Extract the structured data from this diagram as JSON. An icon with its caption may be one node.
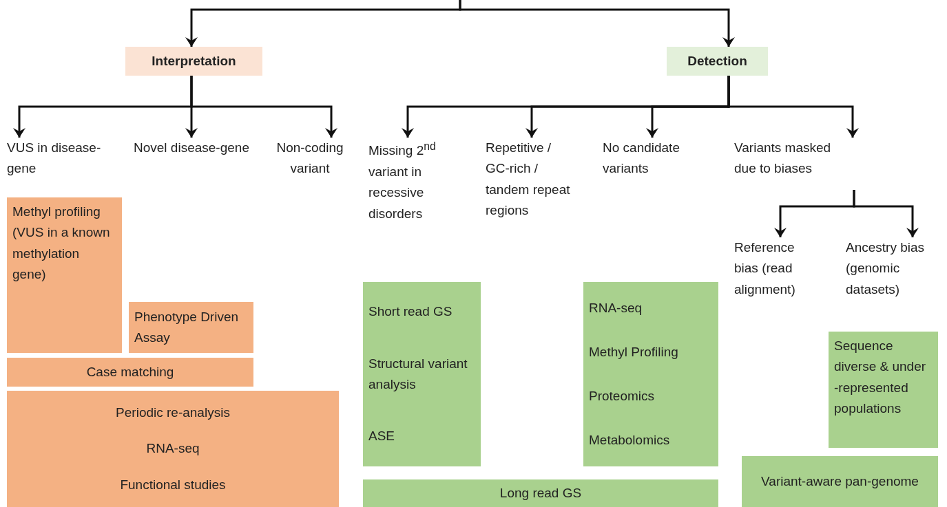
{
  "diagram": {
    "nodes": [
      {
        "text": [
          "Interpretation"
        ]
      },
      {
        "text": [
          "Detection"
        ]
      },
      {
        "text": [
          "VUS in disease-gene"
        ]
      },
      {
        "text": [
          "Novel disease-gene"
        ]
      },
      {
        "text": [
          "Non-coding variant"
        ]
      },
      {
        "text": [
          "Missing 2$^{nd}$ variant in recessive disorders"
        ]
      },
      {
        "text": [
          "Repetitive / GC-rich / tandem repeat regions"
        ]
      },
      {
        "text": [
          "No candidate variants"
        ]
      },
      {
        "text": [
          "Variants masked due to biases"
        ]
      },
      {
        "text": [
          "Reference bias (read alignment)"
        ]
      },
      {
        "text": [
          "Ancestry bias (genomic datasets)"
        ]
      },
      {
        "text": [
          "Methyl profiling (VUS in a known methylation gene)"
        ]
      },
      {
        "text": [
          "Phenotype Driven Assay"
        ]
      },
      {
        "text": [
          "Case matching"
        ]
      },
      {
        "text": [
          "Periodic re-analysis",
          "RNA-seq",
          "Functional studies"
        ]
      },
      {
        "text": [
          "Short read GS",
          "Structural variant analysis",
          "ASE"
        ]
      },
      {
        "text": [
          "RNA-seq",
          "Methyl Profiling",
          "Proteomics",
          "Metabolomics"
        ]
      },
      {
        "text": [
          "Long read GS"
        ]
      },
      {
        "text": [
          "Sequence diverse & under -represented populations"
        ]
      },
      {
        "text": [
          "Variant-aware pan-genome"
        ]
      }
    ],
    "edges": [
      {
        "from": null,
        "to": 0,
        "arrow": "to"
      },
      {
        "from": null,
        "to": 1,
        "arrow": "to"
      },
      {
        "from": 0,
        "to": 2,
        "arrow": "to"
      },
      {
        "from": 0,
        "to": 3,
        "arrow": "to"
      },
      {
        "from": 0,
        "to": 4,
        "arrow": "to"
      },
      {
        "from": 1,
        "to": 5,
        "arrow": "to"
      },
      {
        "from": 1,
        "to": 6,
        "arrow": "to"
      },
      {
        "from": 1,
        "to": 7,
        "arrow": "to"
      },
      {
        "from": 1,
        "to": 8,
        "arrow": "to"
      },
      {
        "from": 8,
        "to": 9,
        "arrow": "to"
      },
      {
        "from": 8,
        "to": 10,
        "arrow": "to"
      }
    ]
  }
}
